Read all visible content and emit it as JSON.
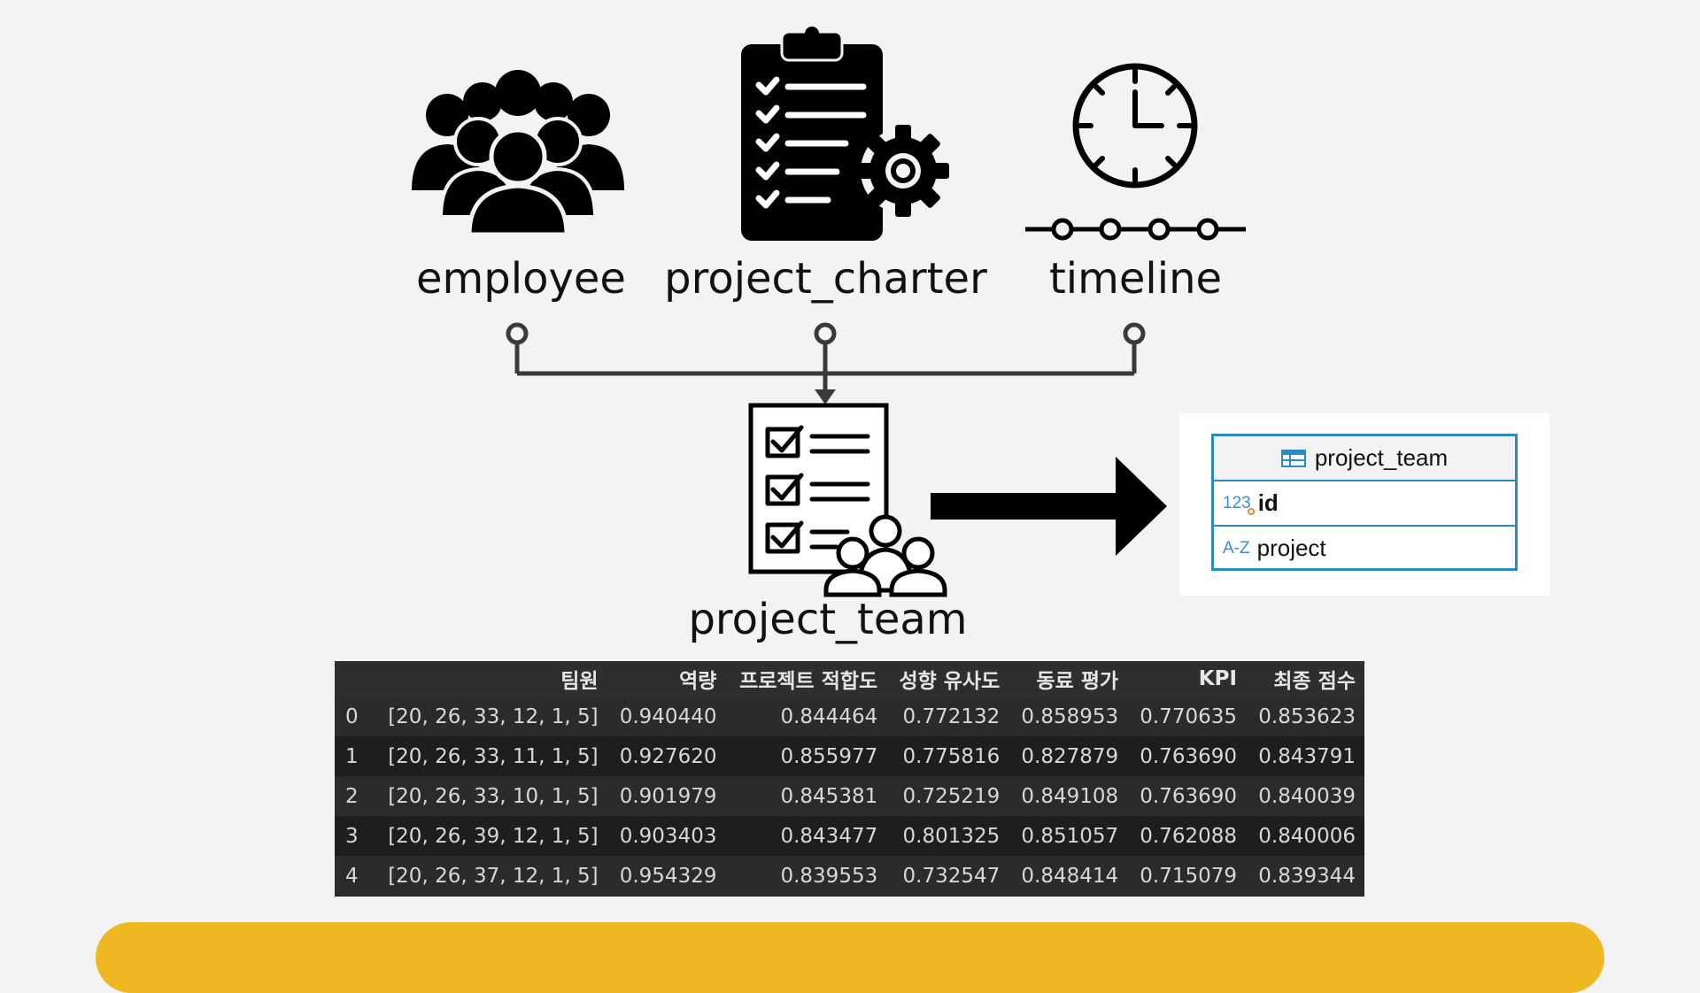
{
  "labels": {
    "employee": "employee",
    "project_charter": "project_charter",
    "timeline": "timeline",
    "project_team": "project_team"
  },
  "icons": {
    "employee": "people-group-icon",
    "project_charter": "clipboard-checklist-gear-icon",
    "timeline": "clock-timeline-icon",
    "project_team": "checklist-team-icon",
    "arrow": "right-arrow-icon"
  },
  "erd": {
    "table_name": "project_team",
    "table_icon": "table-grid-icon",
    "columns": [
      {
        "type_badge": "123",
        "name": "id",
        "bold": true
      },
      {
        "type_badge": "A-Z",
        "name": "project",
        "bold": false
      }
    ],
    "border_color": "#2a8ac4"
  },
  "dataframe": {
    "columns": [
      "",
      "팀원",
      "역량",
      "프로젝트 적합도",
      "성향 유사도",
      "동료 평가",
      "KPI",
      "최종 점수"
    ],
    "rows": [
      [
        "0",
        "[20, 26, 33, 12, 1, 5]",
        "0.940440",
        "0.844464",
        "0.772132",
        "0.858953",
        "0.770635",
        "0.853623"
      ],
      [
        "1",
        "[20, 26, 33, 11, 1, 5]",
        "0.927620",
        "0.855977",
        "0.775816",
        "0.827879",
        "0.763690",
        "0.843791"
      ],
      [
        "2",
        "[20, 26, 33, 10, 1, 5]",
        "0.901979",
        "0.845381",
        "0.725219",
        "0.849108",
        "0.763690",
        "0.840039"
      ],
      [
        "3",
        "[20, 26, 39, 12, 1, 5]",
        "0.903403",
        "0.843477",
        "0.801325",
        "0.851057",
        "0.762088",
        "0.840006"
      ],
      [
        "4",
        "[20, 26, 37, 12, 1, 5]",
        "0.954329",
        "0.839553",
        "0.732547",
        "0.848414",
        "0.715079",
        "0.839344"
      ]
    ]
  },
  "colors": {
    "banner": "#efb722",
    "background": "#f3f3f3",
    "table_bg": "#222222"
  }
}
